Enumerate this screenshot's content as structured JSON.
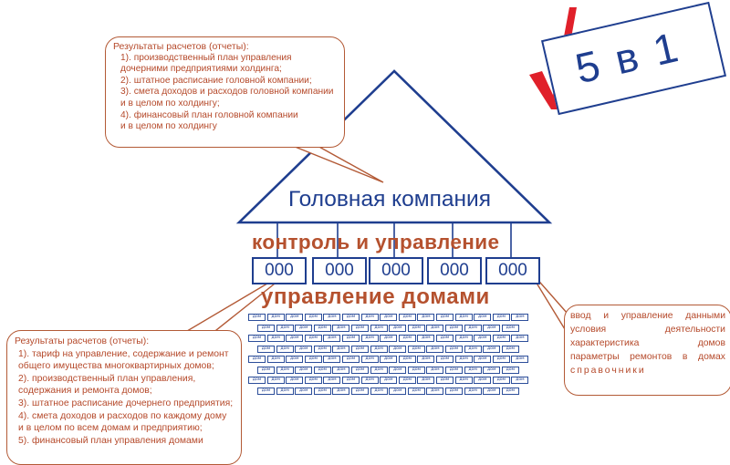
{
  "header": {
    "company_title": "Головная компания",
    "control_label": "контроль и управление",
    "houses_label": "управление домами"
  },
  "subsidiary_codes": [
    "000",
    "000",
    "000",
    "000",
    "000"
  ],
  "house_block_label": "дом",
  "stamp": {
    "text": "5 в 1"
  },
  "callout_top": {
    "title": "Результаты расчетов (отчеты):",
    "lines": [
      "1). производственный план управления",
      "дочерними предприятиями холдинга;",
      "2). штатное расписание головной компании;",
      "3). смета доходов и расходов головной компании",
      "и в целом по холдингу;",
      "4). финансовый план головной компании",
      "и в целом по холдингу"
    ]
  },
  "callout_left": {
    "title": "Результаты расчетов (отчеты):",
    "lines": [
      "1). тариф на управление, содержание и ремонт",
      "общего имущества многоквартирных домов;",
      "2). производственный план управления,",
      "содержания и ремонта домов;",
      "3). штатное расписание дочернего предприятия;",
      "4). смета доходов и расходов по каждому дому",
      "и в целом по всем домам и предприятию;",
      "5). финансовый план управления домами"
    ]
  },
  "callout_right": {
    "lines": [
      "ввод и управление данными",
      "условия деятельности",
      "характеристика домов",
      "параметры ремонтов в домах",
      "справочники"
    ]
  },
  "colors": {
    "blue": "#1f3e8f",
    "brown": "#b5512e",
    "red_check": "#e0202a"
  }
}
